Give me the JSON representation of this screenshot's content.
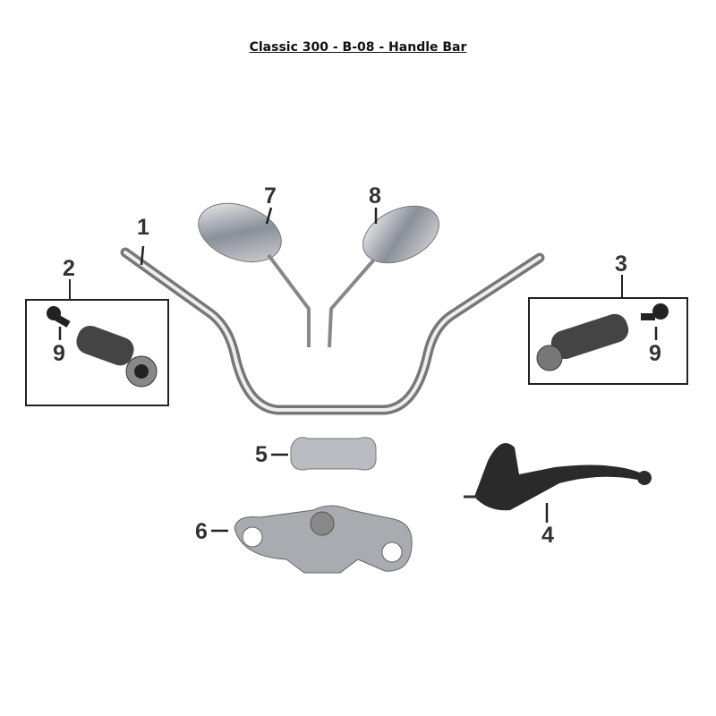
{
  "title": "Classic 300 - B-08 - Handle Bar",
  "callouts": {
    "handlebar": "1",
    "left_grip": "2",
    "right_grip": "3",
    "clutch_lever": "4",
    "handlebar_clamp": "5",
    "top_yoke": "6",
    "left_mirror": "7",
    "right_mirror": "8",
    "screw_left": "9",
    "screw_right": "9"
  }
}
